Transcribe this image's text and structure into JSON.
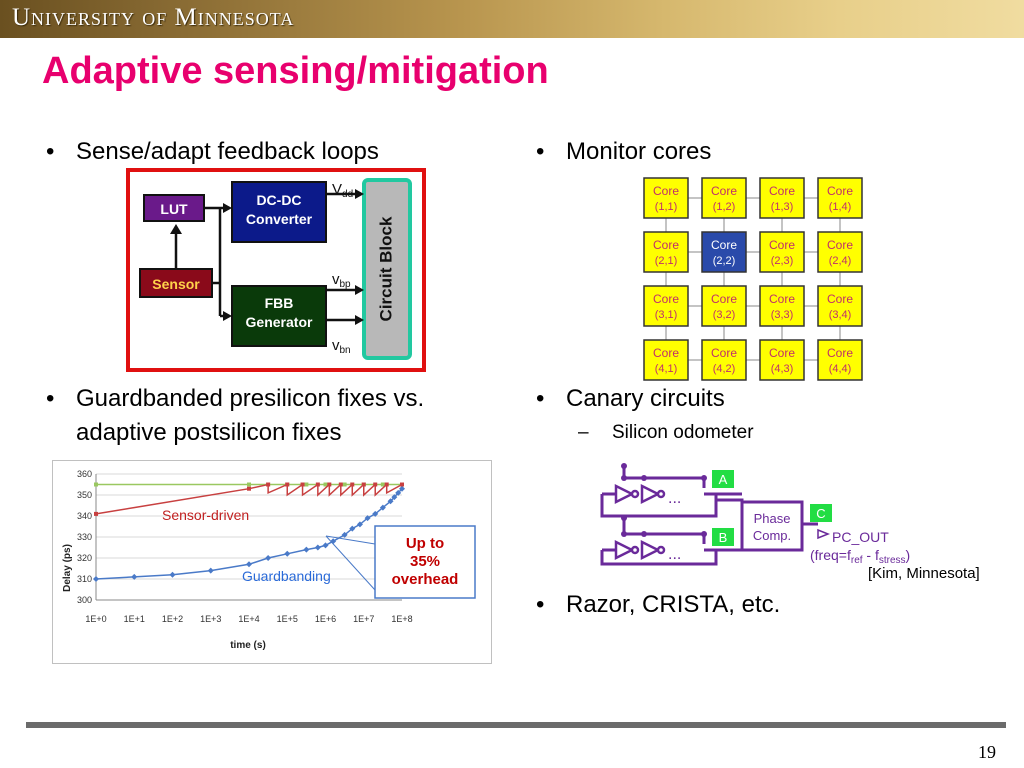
{
  "banner": {
    "text": "University of Minnesota"
  },
  "slide": {
    "title": "Adaptive sensing/mitigation",
    "page_number": "19"
  },
  "bullets": {
    "left_1": "Sense/adapt feedback loops",
    "left_2": "Guardbanded presilicon fixes vs. adaptive postsilicon fixes",
    "right_1": "Monitor cores",
    "right_2": "Canary circuits",
    "right_2_sub": "Silicon odometer",
    "right_3": "Razor, CRISTA, etc."
  },
  "bullet_glyph": "•",
  "dash_glyph": "–",
  "feedback_diagram": {
    "lut": "LUT",
    "sensor": "Sensor",
    "dcdc": [
      "DC-DC",
      "Converter"
    ],
    "fbb": [
      "FBB",
      "Generator"
    ],
    "circuit_block": "Circuit Block",
    "vdd": {
      "main": "V",
      "sub": "dd"
    },
    "vbp": {
      "main": "v",
      "sub": "bp"
    },
    "vbn": {
      "main": "v",
      "sub": "bn"
    }
  },
  "cores": {
    "label": "Core",
    "rows": [
      [
        "(1,1)",
        "(1,2)",
        "(1,3)",
        "(1,4)"
      ],
      [
        "(2,1)",
        "(2,2)",
        "(2,3)",
        "(2,4)"
      ],
      [
        "(3,1)",
        "(3,2)",
        "(3,3)",
        "(3,4)"
      ],
      [
        "(4,1)",
        "(4,2)",
        "(4,3)",
        "(4,4)"
      ]
    ],
    "highlighted": "(2,2)"
  },
  "odometer": {
    "node_a": "A",
    "node_b": "B",
    "node_c": "C",
    "ellipsis": "...",
    "phase_comp": [
      "Phase",
      "Comp."
    ],
    "output": "PC_OUT",
    "freq_prefix": "(freq=f",
    "freq_ref": "ref",
    "freq_mid": " - f",
    "freq_stress": "stress",
    "freq_suffix": ")"
  },
  "citation": "[Kim, Minnesota]",
  "colors": {
    "title": "#e8006e",
    "lut": "#6a1a8a",
    "sensor": "#8a0a1a",
    "dcdc": "#0c1a8a",
    "fbb": "#0a3a0a",
    "feedback_border": "#e01010",
    "core_yellow": "#ffff00",
    "core_blue": "#2a4aaa",
    "odometer_purple": "#6a2a9a",
    "node_green": "#22dd44"
  },
  "chart_data": {
    "type": "line",
    "title": "",
    "xlabel": "time (s)",
    "ylabel": "Delay (ps)",
    "categories": [
      "1E+0",
      "1E+1",
      "1E+2",
      "1E+3",
      "1E+4",
      "1E+5",
      "1E+6",
      "1E+7",
      "1E+8"
    ],
    "x_log10_range": [
      0,
      8
    ],
    "ylim": [
      300,
      360
    ],
    "yticks": [
      300,
      310,
      320,
      330,
      340,
      350,
      360
    ],
    "grid": true,
    "series": [
      {
        "name": "Guardbanding",
        "color": "#4a7ac8",
        "marker": "diamond",
        "x_log10": [
          0,
          1,
          2,
          3,
          4,
          4.5,
          5,
          5.5,
          5.8,
          6,
          6.2,
          6.5,
          6.7,
          6.9,
          7.1,
          7.3,
          7.5,
          7.7,
          7.8,
          7.9,
          8
        ],
        "y": [
          310,
          311,
          312,
          314,
          317,
          320,
          322,
          324,
          325,
          326,
          328,
          331,
          334,
          336,
          339,
          341,
          344,
          347,
          349,
          351,
          353
        ]
      },
      {
        "name": "",
        "color": "#9ac860",
        "marker": "square",
        "x_log10": [
          0,
          4,
          4.5,
          5,
          5.5,
          6,
          6.5,
          7,
          7.5,
          8
        ],
        "y": [
          355,
          355,
          355,
          355,
          355,
          355,
          355,
          355,
          355,
          355
        ]
      },
      {
        "name": "Sensor-driven",
        "color": "#c84040",
        "marker": "square",
        "sawtooth": [
          [
            0,
            341
          ],
          [
            4.0,
            353
          ],
          [
            4.0,
            353
          ],
          [
            4.5,
            355
          ],
          [
            4.5,
            351
          ],
          [
            5.0,
            355
          ],
          [
            5.0,
            350
          ],
          [
            5.4,
            355
          ],
          [
            5.4,
            350
          ],
          [
            5.8,
            355
          ],
          [
            5.8,
            350
          ],
          [
            6.1,
            355
          ],
          [
            6.1,
            350
          ],
          [
            6.4,
            355
          ],
          [
            6.4,
            350
          ],
          [
            6.7,
            355
          ],
          [
            6.7,
            350
          ],
          [
            7.0,
            355
          ],
          [
            7.0,
            350
          ],
          [
            7.3,
            355
          ],
          [
            7.3,
            350
          ],
          [
            7.6,
            355
          ],
          [
            7.6,
            351
          ],
          [
            8.0,
            355
          ]
        ]
      }
    ],
    "annotation": [
      "Up to",
      "35%",
      "overhead"
    ]
  }
}
